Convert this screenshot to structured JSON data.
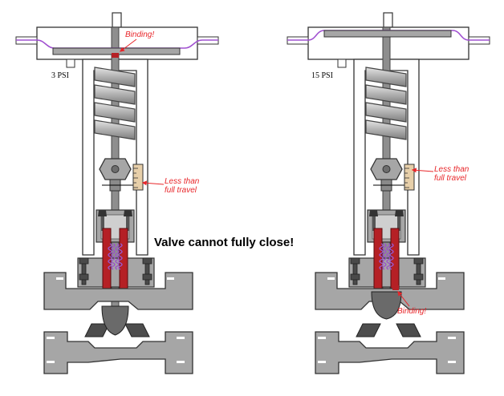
{
  "left_valve": {
    "pressure_label": "3 PSI",
    "binding_label": "Binding!",
    "travel_label_line1": "Less than",
    "travel_label_line2": "full travel"
  },
  "right_valve": {
    "pressure_label": "15 PSI",
    "binding_label": "Binding!",
    "travel_label_line1": "Less than",
    "travel_label_line2": "full travel"
  },
  "caption": "Valve cannot fully close!",
  "colors": {
    "body_gray": "#a6a6a6",
    "packing_red": "#b52025",
    "spring_purple": "#9a55c8",
    "diaphragm_purple": "#a050d0",
    "annotation_red": "#e8262a",
    "scale_tan": "#e7cfa9"
  }
}
